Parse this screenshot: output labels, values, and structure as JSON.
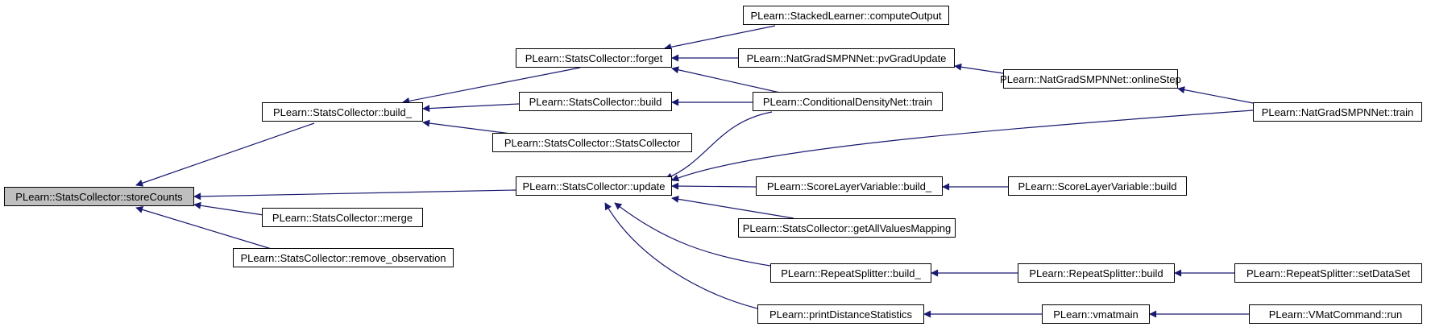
{
  "nodes": {
    "storeCounts": "PLearn::StatsCollector::storeCounts",
    "build_": "PLearn::StatsCollector::build_",
    "update": "PLearn::StatsCollector::update",
    "merge": "PLearn::StatsCollector::merge",
    "remove_observation": "PLearn::StatsCollector::remove_observation",
    "forget": "PLearn::StatsCollector::forget",
    "build": "PLearn::StatsCollector::build",
    "statsCollector": "PLearn::StatsCollector::StatsCollector",
    "stackedCompute": "PLearn::StackedLearner::computeOutput",
    "pvGradUpdate": "PLearn::NatGradSMPNNet::pvGradUpdate",
    "condDensTrain": "PLearn::ConditionalDensityNet::train",
    "onlineStep": "PLearn::NatGradSMPNNet::onlineStep",
    "natGradTrain": "PLearn::NatGradSMPNNet::train",
    "scoreBuild_": "PLearn::ScoreLayerVariable::build_",
    "scoreBuild": "PLearn::ScoreLayerVariable::build",
    "getAllValues": "PLearn::StatsCollector::getAllValuesMapping",
    "repeatBuild_": "PLearn::RepeatSplitter::build_",
    "repeatBuild": "PLearn::RepeatSplitter::build",
    "setDataSet": "PLearn::RepeatSplitter::setDataSet",
    "printDist": "PLearn::printDistanceStatistics",
    "vmatmain": "PLearn::vmatmain",
    "vmatRun": "PLearn::VMatCommand::run"
  },
  "colors": {
    "edge": "#191970",
    "root_fill": "#bfbfbf",
    "node_border": "#000000"
  }
}
